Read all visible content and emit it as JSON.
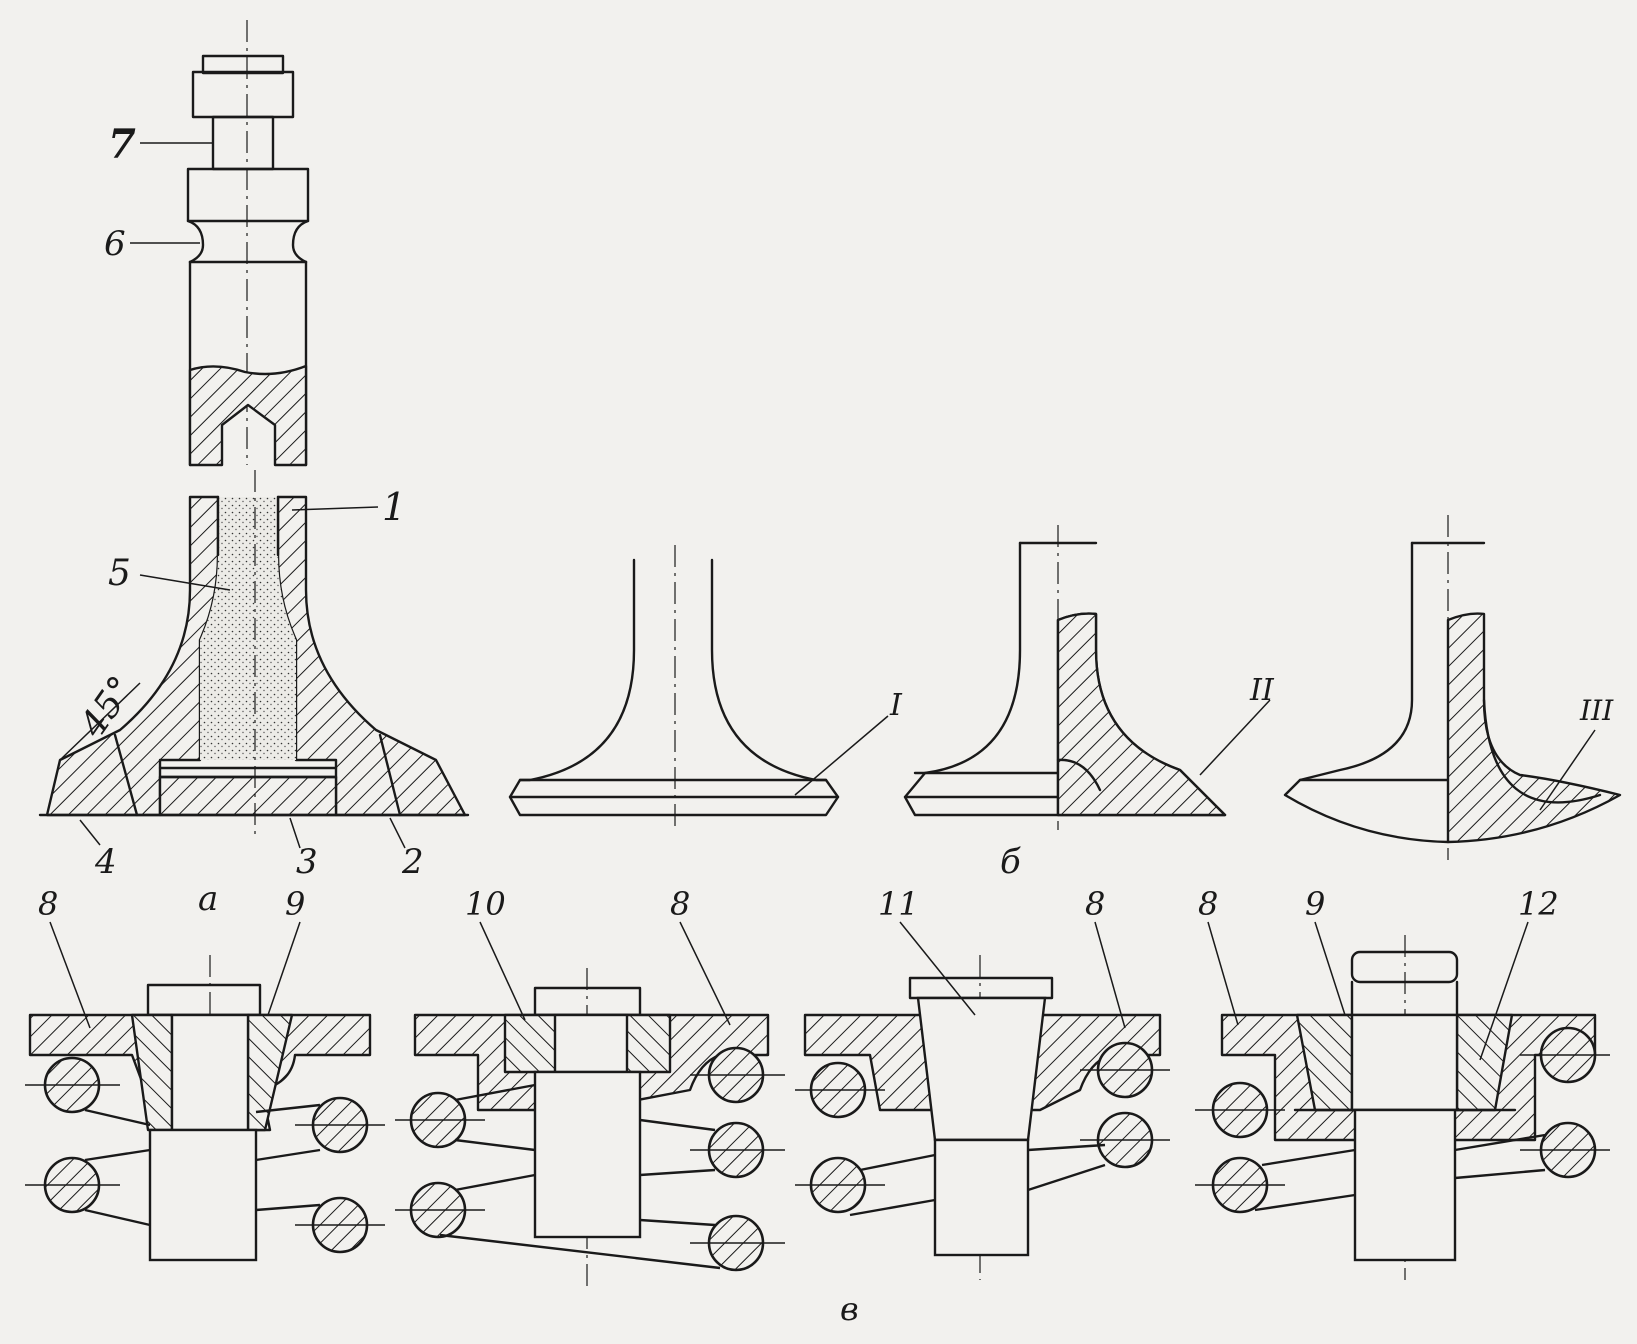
{
  "figure": {
    "panel_labels": {
      "a": "а",
      "b": "б",
      "v": "в"
    },
    "callouts": [
      "1",
      "2",
      "3",
      "4",
      "5",
      "6",
      "7",
      "8",
      "9",
      "10",
      "11",
      "12"
    ],
    "roman_labels": [
      "I",
      "II",
      "III"
    ],
    "angle_label": "45°"
  }
}
